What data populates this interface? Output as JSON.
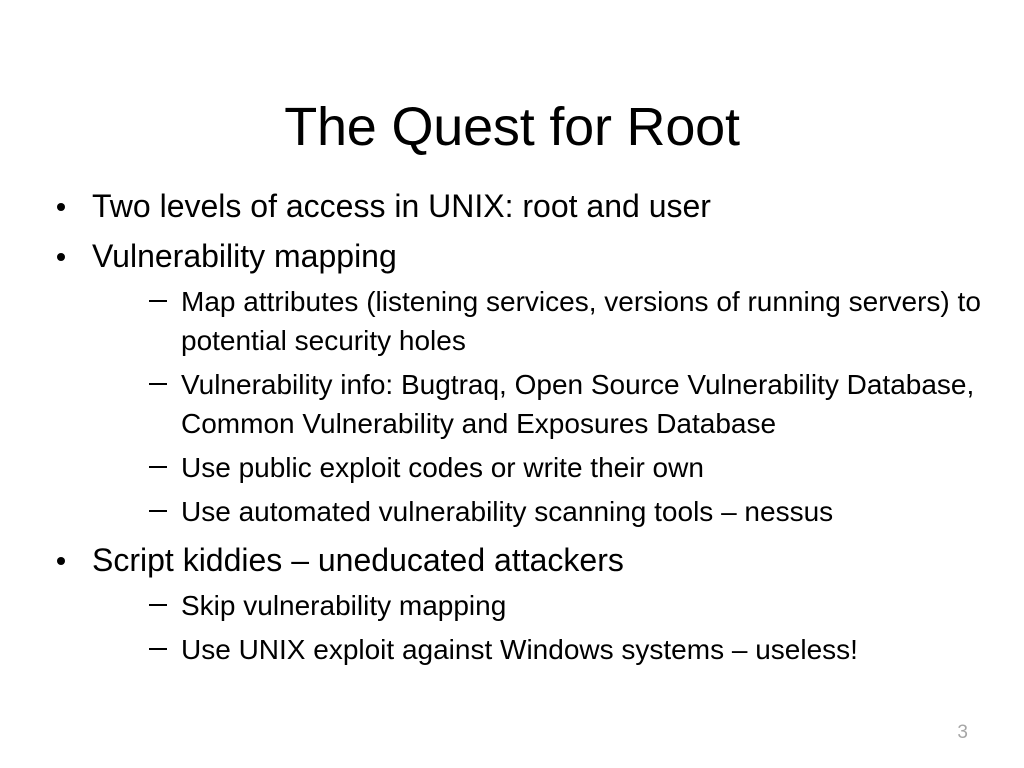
{
  "slide": {
    "title": "The Quest for Root",
    "page_number": "3",
    "background_color": "#ffffff",
    "text_color": "#000000",
    "page_number_color": "#a6a6a6",
    "bullets": [
      {
        "level1": "Two levels of access in UNIX: root and user",
        "children": []
      },
      {
        "level1": "Vulnerability mapping",
        "children": [
          "Map attributes (listening services, versions of running servers) to potential security holes",
          "Vulnerability info: Bugtraq, Open Source Vulnerability Database, Common Vulnerability and Exposures Database",
          "Use public exploit codes or write their own",
          "Use automated vulnerability scanning tools – nessus"
        ]
      },
      {
        "level1": "Script kiddies – uneducated attackers",
        "children": [
          "Skip vulnerability mapping",
          "Use UNIX exploit against Windows systems – useless!"
        ]
      }
    ]
  }
}
